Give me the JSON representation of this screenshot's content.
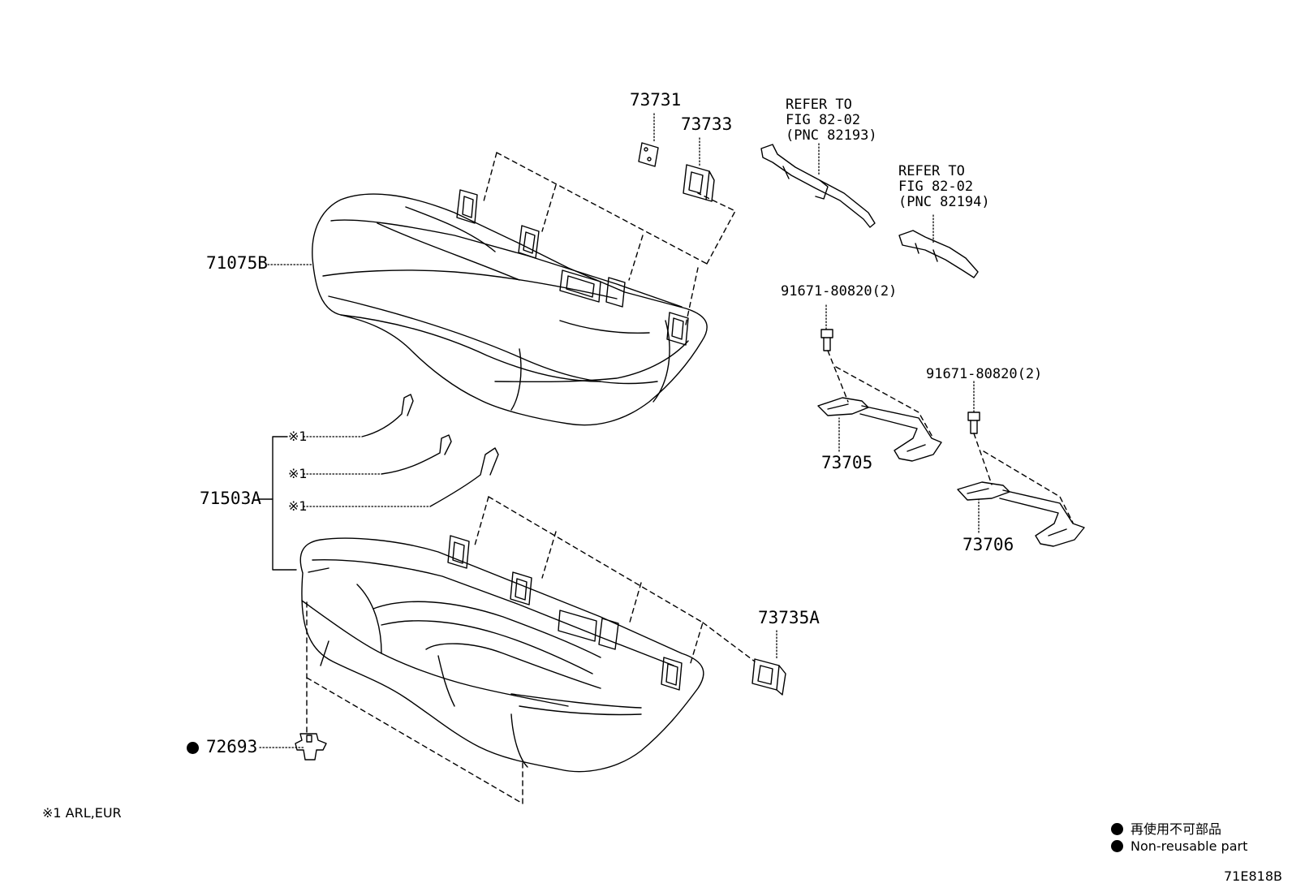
{
  "parts": {
    "p71075b": "71075B",
    "p73731": "73731",
    "p73733": "73733",
    "p71503a": "71503A",
    "note1a": "※1",
    "note1b": "※1",
    "note1c": "※1",
    "p72693": "72693",
    "p73735a": "73735A",
    "p73705": "73705",
    "p73706": "73706",
    "bolt1": "91671-80820(2)",
    "bolt2": "91671-80820(2)"
  },
  "refs": {
    "ref1": [
      "REFER TO",
      "FIG 82-02",
      "(PNC 82193)"
    ],
    "ref2": [
      "REFER TO",
      "FIG 82-02",
      "(PNC 82194)"
    ]
  },
  "footnote": "※1 ARL,EUR",
  "legend": {
    "jp": "再使用不可部品",
    "en": "Non-reusable part"
  },
  "figure_code": "71E818B"
}
